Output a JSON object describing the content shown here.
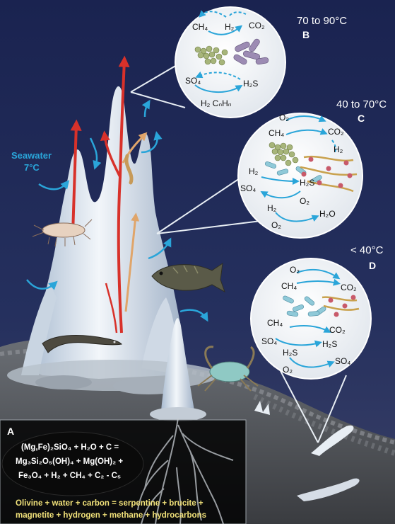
{
  "zones": {
    "b": {
      "temp": "70 to 90°C",
      "letter": "B"
    },
    "c": {
      "temp": "40 to 70°C",
      "letter": "C"
    },
    "d": {
      "temp": "< 40°C",
      "letter": "D"
    }
  },
  "seawater": {
    "line1": "Seawater",
    "line2": "7°C"
  },
  "panel_a": {
    "letter": "A",
    "eq_line1": "(Mg,Fe)₂SiO₄ + H₂O + C =",
    "eq_line2": "Mg₃Si₂O₅(OH)₄ + Mg(OH)₂ +",
    "eq_line3": "Fe₃O₄ + H₂ + CH₄ + C₂ - C₅",
    "words_line1": "Olivine + water + carbon = serpentine + brucite +",
    "words_line2": "magnetite + hydrogen + methane + hydrocarbons"
  },
  "circle_b": {
    "ch4": "CH₄",
    "h2": "H₂",
    "co2": "CO₂",
    "so4": "SO₄",
    "h2s": "H₂S",
    "h2cnhn": "H₂ CₙHₙ"
  },
  "circle_c": {
    "o2_top": "O₂",
    "ch4": "CH₄",
    "co2": "CO₂",
    "h2_top": "H₂",
    "h2_mid": "H₂",
    "so4": "SO₄",
    "h2s": "H₂S",
    "o2_mid": "O₂",
    "h2_low": "H₂",
    "o2_low": "O₂",
    "h2o": "H₂O"
  },
  "circle_d": {
    "o2_top": "O₂",
    "ch4_top": "CH₄",
    "co2_top": "CO₂",
    "ch4_mid": "CH₄",
    "co2_mid": "CO₂",
    "so4": "SO₄",
    "h2s_mid": "H₂S",
    "h2s_low": "H₂S",
    "o2_low": "O₂",
    "so4_low": "SO₄"
  },
  "colors": {
    "background": "#1c2550",
    "chimney": "#dfe9f2",
    "seafloor": "#4a4d52",
    "hot_fluid": "#d8312a",
    "seawater": "#2aa5d9",
    "circle_fill": "#f4f6f8",
    "panel_bg": "#000000",
    "panel_text_yellow": "#f2e27a"
  }
}
